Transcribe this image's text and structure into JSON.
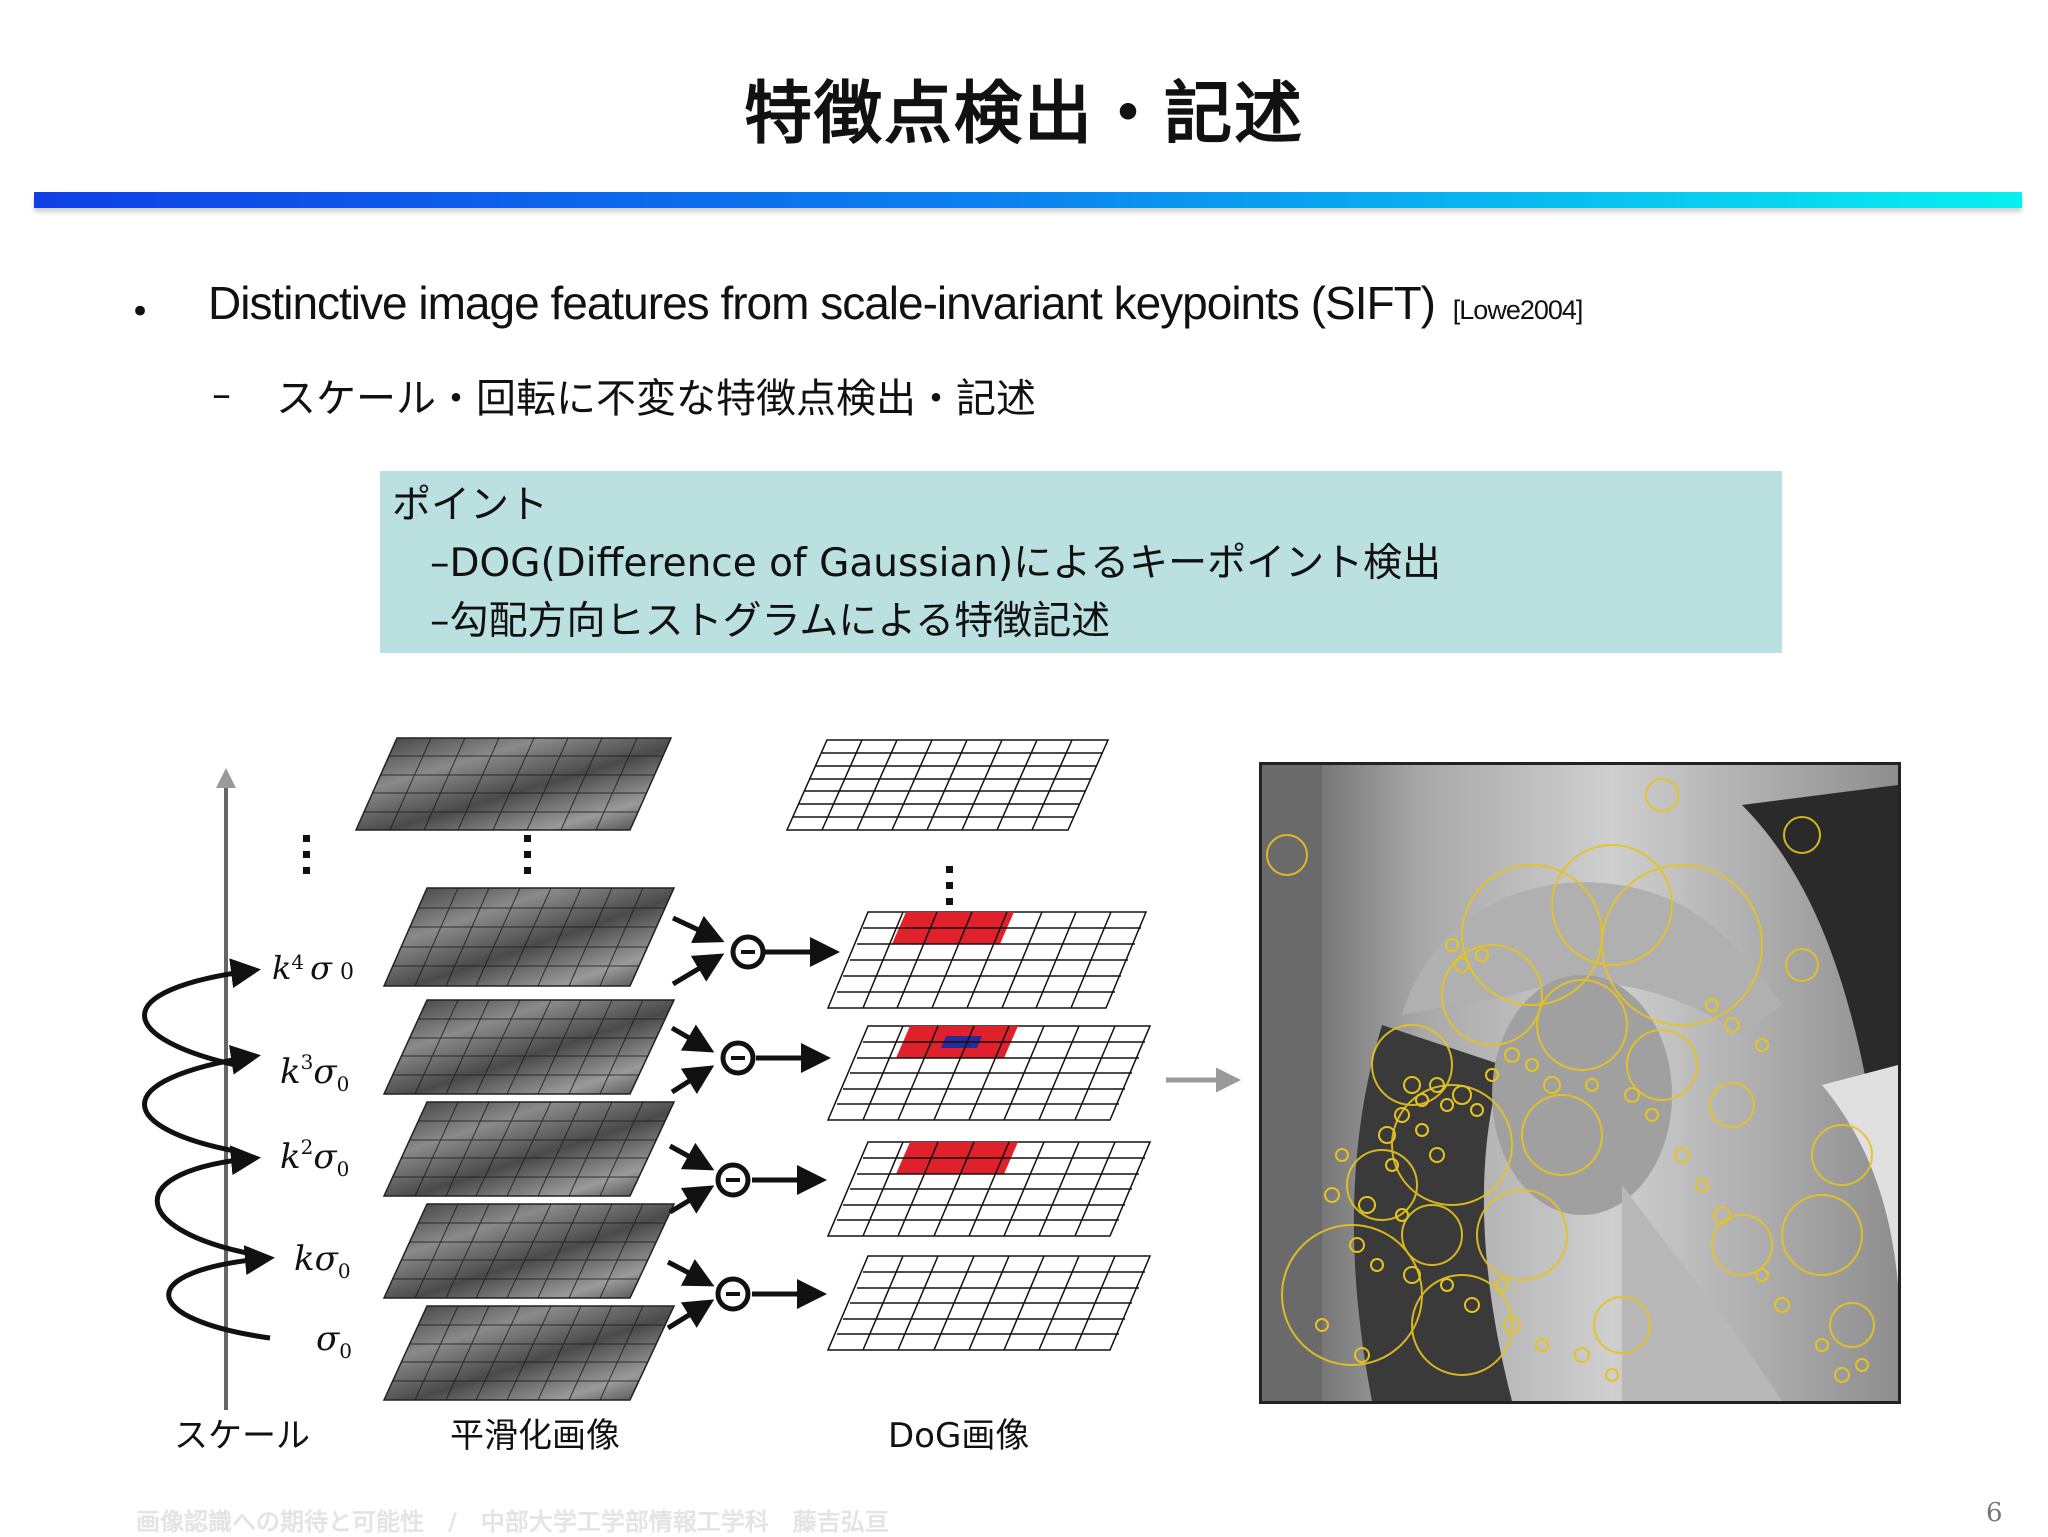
{
  "slide": {
    "title": "特徴点検出・記述",
    "bullet_marker": "•",
    "bullet1_text": "Distinctive image features from scale-invariant keypoints (SIFT)",
    "bullet1_cite": "[Lowe2004]",
    "sub_marker": "–",
    "sub1_text": "スケール・回転に不変な特徴点検出・記述",
    "point_box": {
      "heading": "ポイント",
      "items": [
        "–DOG(Difference of Gaussian)によるキーポイント検出",
        "–勾配方向ヒストグラムによる特徴記述"
      ]
    },
    "colors": {
      "accent_bar_start": "#0f3fe6",
      "accent_bar_end": "#07f0f0",
      "point_box_bg": "#bbe0e0",
      "dog_highlight": "#e0202a",
      "dog_center": "#2a2a9a",
      "keypoint_circle": "#e6c41f"
    }
  },
  "diagram": {
    "scale_labels": [
      {
        "k": "k",
        "exp": "4",
        "sigma": "σ",
        "sub": "0"
      },
      {
        "k": "k",
        "exp": "3",
        "sigma": "σ",
        "sub": "0"
      },
      {
        "k": "k",
        "exp": "2",
        "sigma": "σ",
        "sub": "0"
      },
      {
        "k": "k",
        "exp": "",
        "sigma": "σ",
        "sub": "0"
      },
      {
        "k": "",
        "exp": "",
        "sigma": "σ",
        "sub": "0"
      }
    ],
    "minus_symbol": "−",
    "ellipsis": "⋮",
    "captions": {
      "scale": "スケール",
      "smoothed": "平滑化画像",
      "dog": "DoG画像"
    }
  },
  "footer": {
    "text": "画像認識への期待と可能性　/　中部大学工学部情報工学科　藤吉弘亘",
    "page_number": "6"
  }
}
